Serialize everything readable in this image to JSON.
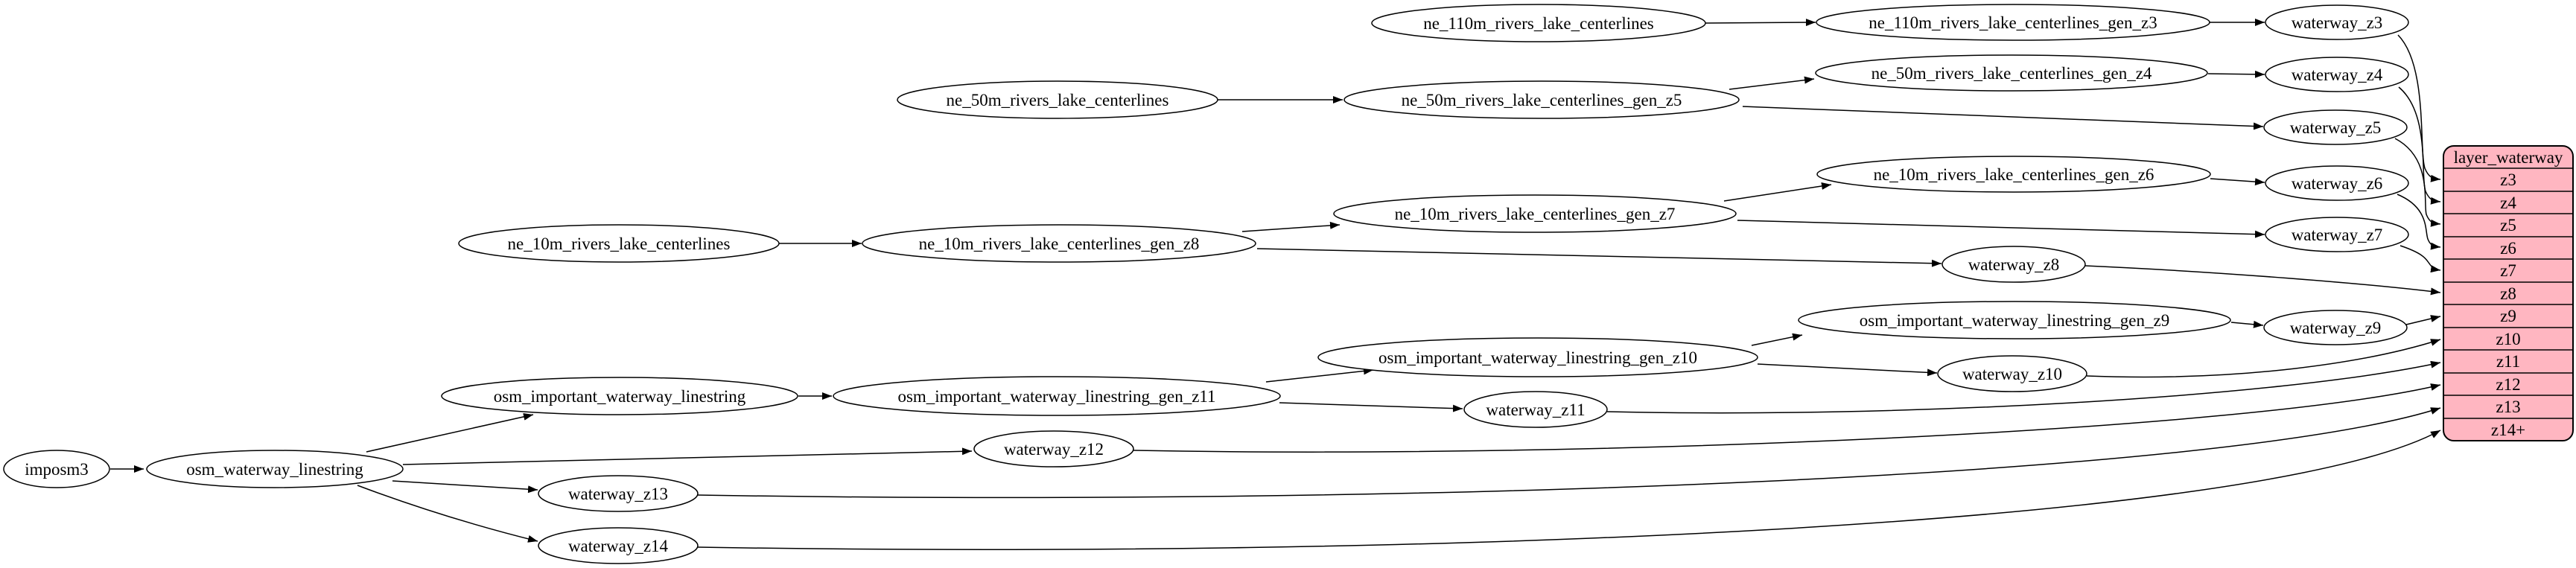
{
  "nodes": {
    "imposm3": "imposm3",
    "osm_waterway_linestring": "osm_waterway_linestring",
    "osm_important_waterway_linestring": "osm_important_waterway_linestring",
    "osm_important_waterway_linestring_gen_z11": "osm_important_waterway_linestring_gen_z11",
    "osm_important_waterway_linestring_gen_z10": "osm_important_waterway_linestring_gen_z10",
    "osm_important_waterway_linestring_gen_z9": "osm_important_waterway_linestring_gen_z9",
    "ne_110m_rivers_lake_centerlines": "ne_110m_rivers_lake_centerlines",
    "ne_110m_rivers_lake_centerlines_gen_z3": "ne_110m_rivers_lake_centerlines_gen_z3",
    "ne_50m_rivers_lake_centerlines": "ne_50m_rivers_lake_centerlines",
    "ne_50m_rivers_lake_centerlines_gen_z5": "ne_50m_rivers_lake_centerlines_gen_z5",
    "ne_50m_rivers_lake_centerlines_gen_z4": "ne_50m_rivers_lake_centerlines_gen_z4",
    "ne_10m_rivers_lake_centerlines": "ne_10m_rivers_lake_centerlines",
    "ne_10m_rivers_lake_centerlines_gen_z8": "ne_10m_rivers_lake_centerlines_gen_z8",
    "ne_10m_rivers_lake_centerlines_gen_z7": "ne_10m_rivers_lake_centerlines_gen_z7",
    "ne_10m_rivers_lake_centerlines_gen_z6": "ne_10m_rivers_lake_centerlines_gen_z6",
    "waterway_z3": "waterway_z3",
    "waterway_z4": "waterway_z4",
    "waterway_z5": "waterway_z5",
    "waterway_z6": "waterway_z6",
    "waterway_z7": "waterway_z7",
    "waterway_z8": "waterway_z8",
    "waterway_z9": "waterway_z9",
    "waterway_z10": "waterway_z10",
    "waterway_z11": "waterway_z11",
    "waterway_z12": "waterway_z12",
    "waterway_z13": "waterway_z13",
    "waterway_z14": "waterway_z14"
  },
  "table": {
    "title": "layer_waterway",
    "rows": [
      "z3",
      "z4",
      "z5",
      "z6",
      "z7",
      "z8",
      "z9",
      "z10",
      "z11",
      "z12",
      "z13",
      "z14+"
    ]
  },
  "colors": {
    "table_fill": "#ffb6c1",
    "node_fill": "#ffffff",
    "stroke": "#000000"
  }
}
